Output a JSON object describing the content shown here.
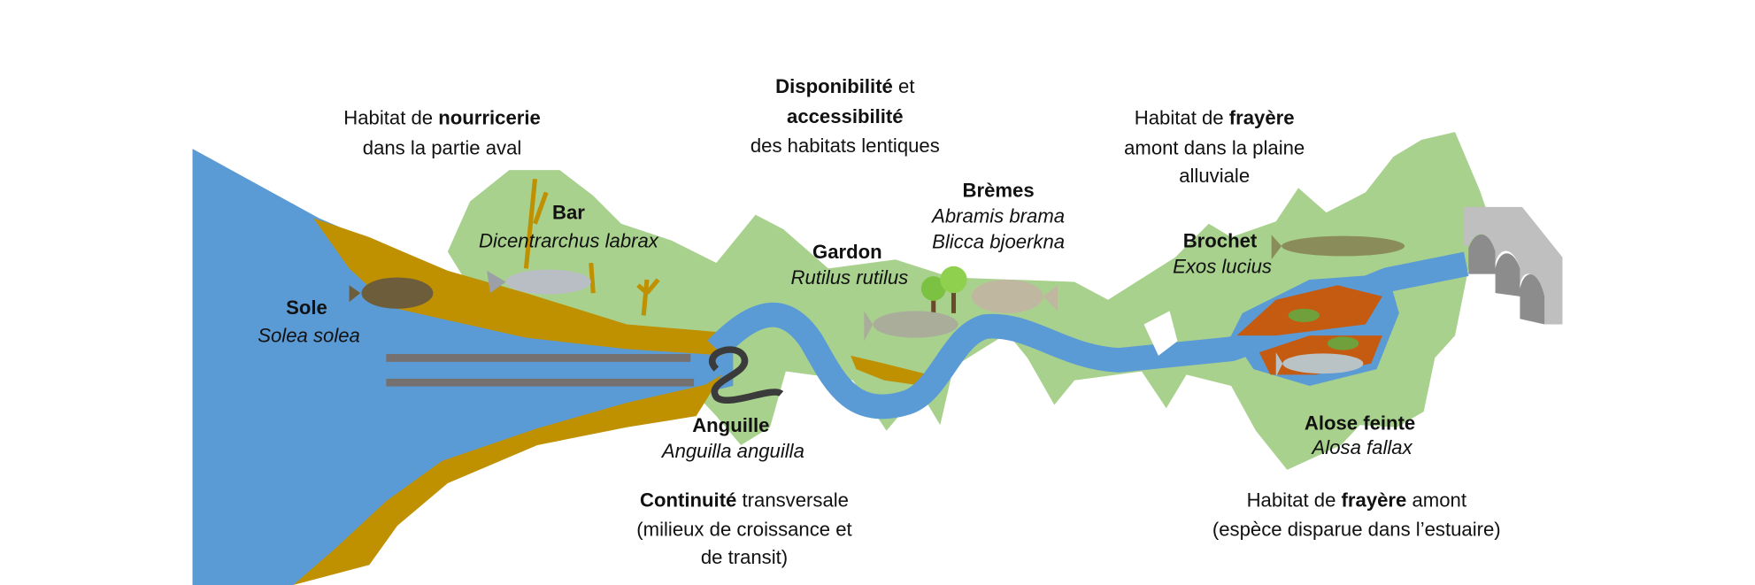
{
  "colors": {
    "water": "#5B9BD5",
    "bank": "#BF9000",
    "land": "#A9D18E",
    "spawn": "#C55A11",
    "spawn_inner": "#70A03C",
    "barrier": "#767171"
  },
  "annotations": {
    "nursery": {
      "l1_a": "Habitat de ",
      "l1_b": "nourricerie",
      "l2": "dans la partie aval"
    },
    "lentic": {
      "l1_a": "Disponibilité",
      "l1_b": " et",
      "l2": "accessibilité",
      "l3": "des habitats lentiques"
    },
    "floodplain": {
      "l1_a": "Habitat de ",
      "l1_b": "frayère",
      "l2": "amont dans la plaine",
      "l3": "alluviale"
    },
    "continuity": {
      "l1_a": "Continuité",
      "l1_b": " transversale",
      "l2": "(milieux de croissance et",
      "l3": "de transit)"
    },
    "upstream": {
      "l1_a": "Habitat de ",
      "l1_b": "frayère",
      "l1_c": " amont",
      "l2": "(espèce disparue dans l’estuaire)"
    }
  },
  "species": {
    "bar": {
      "name": "Bar",
      "latin": "Dicentrarchus labrax"
    },
    "sole": {
      "name": "Sole",
      "latin": "Solea solea"
    },
    "gardon": {
      "name": "Gardon",
      "latin": "Rutilus rutilus"
    },
    "bremes": {
      "name": "Brèmes",
      "latin1": "Abramis brama",
      "latin2": "Blicca bjoerkna"
    },
    "brochet": {
      "name": "Brochet",
      "latin": "Exos lucius"
    },
    "anguille": {
      "name": "Anguille",
      "latin": "Anguilla anguilla"
    },
    "alose": {
      "name": "Alose feinte",
      "latin": "Alosa fallax"
    }
  }
}
